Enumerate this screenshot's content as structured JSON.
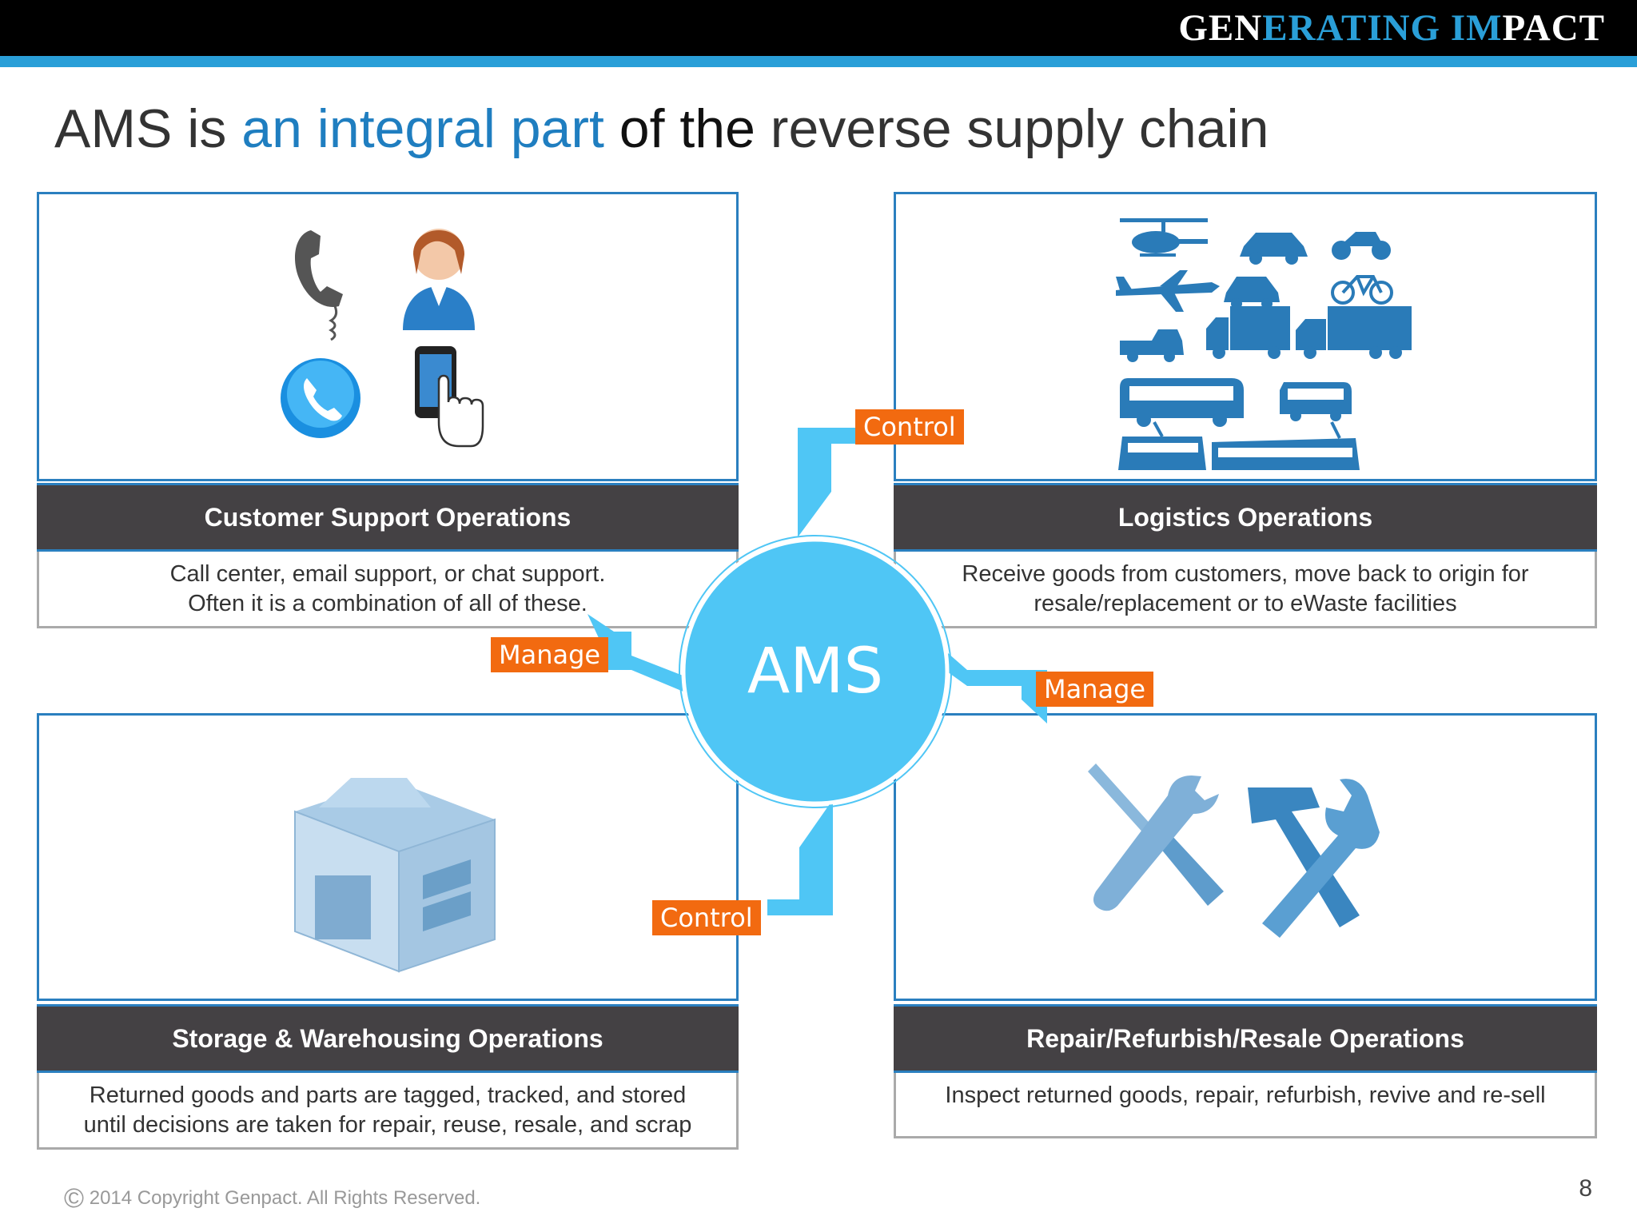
{
  "header": {
    "brand_prefix": "GEN",
    "brand_mid1": "ERATING",
    "brand_gap": " ",
    "brand_im": "IM",
    "brand_suffix": "PACT"
  },
  "title": {
    "part1": "AMS is ",
    "part2": "an integral part",
    "part3": " of the",
    "part4": " reverse supply chain"
  },
  "center": {
    "label": "AMS"
  },
  "tags": {
    "control_top": "Control",
    "manage_left": "Manage",
    "manage_right": "Manage",
    "control_bottom": "Control"
  },
  "quadrants": {
    "customer": {
      "title": "Customer Support Operations",
      "lines": [
        "Call center, email support, or chat support.",
        "Often it is a combination of all of these."
      ]
    },
    "logistics": {
      "title": "Logistics Operations",
      "lines": [
        "Receive goods from customers, move back to origin for",
        "resale/replacement or to eWaste facilities"
      ]
    },
    "storage": {
      "title": "Storage & Warehousing Operations",
      "lines": [
        "Returned goods and parts are tagged, tracked, and stored",
        "until decisions are taken for repair, reuse, resale, and scrap"
      ]
    },
    "repair": {
      "title": "Repair/Refurbish/Resale Operations",
      "lines": [
        "Inspect returned goods, repair, refurbish, revive and re-sell"
      ]
    }
  },
  "colors": {
    "accent_blue": "#2a9fd8",
    "arrow_blue": "#4fc6f5",
    "tag_orange": "#f26a10",
    "header_dark": "#444144"
  },
  "footer": {
    "copyright_symbol": "©",
    "copyright": " 2014 Copyright Genpact. All Rights Reserved.",
    "page": "8"
  }
}
